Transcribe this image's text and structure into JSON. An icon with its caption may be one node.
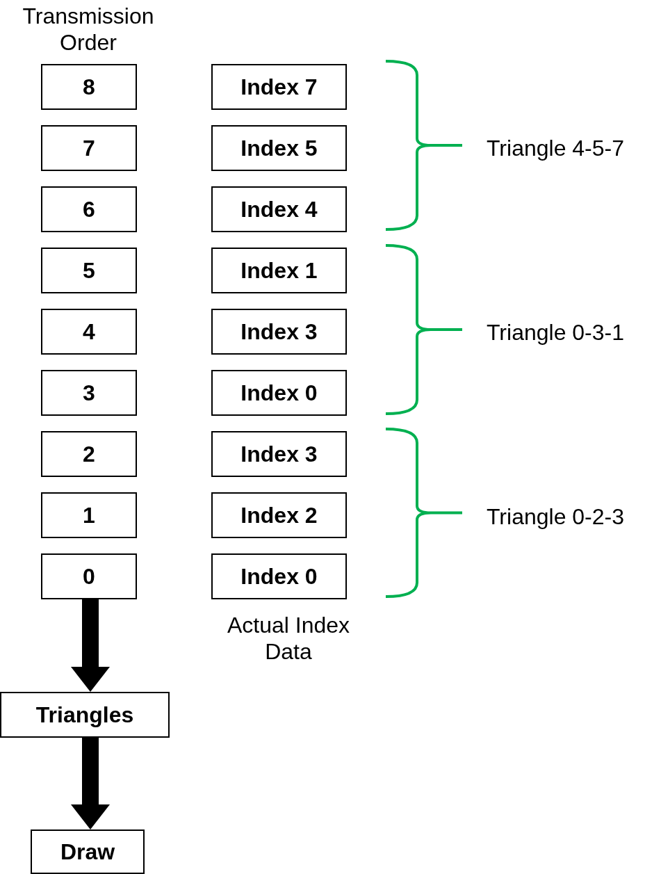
{
  "diagram": {
    "nodes": [
      {
        "text": [
          "8"
        ]
      },
      {
        "text": [
          "7"
        ]
      },
      {
        "text": [
          "6"
        ]
      },
      {
        "text": [
          "5"
        ]
      },
      {
        "text": [
          "4"
        ]
      },
      {
        "text": [
          "3"
        ]
      },
      {
        "text": [
          "2"
        ]
      },
      {
        "text": [
          "1"
        ]
      },
      {
        "text": [
          "0"
        ]
      },
      {
        "text": [
          "Index 7"
        ]
      },
      {
        "text": [
          "Index 5"
        ]
      },
      {
        "text": [
          "Index 4"
        ]
      },
      {
        "text": [
          "Index 1"
        ]
      },
      {
        "text": [
          "Index 3"
        ]
      },
      {
        "text": [
          "Index 0"
        ]
      },
      {
        "text": [
          "Index 3"
        ]
      },
      {
        "text": [
          "Index 2"
        ]
      },
      {
        "text": [
          "Index 0"
        ]
      },
      {
        "text": [
          "Triangles"
        ]
      },
      {
        "text": [
          "Draw"
        ]
      }
    ],
    "edges": [
      {
        "from": 8,
        "to": 18,
        "arrow": "to"
      },
      {
        "from": 18,
        "to": 19,
        "arrow": "to"
      }
    ],
    "labels": [
      "Transmission Order",
      "Triangle 4-5-7",
      "Triangle 0-3-1",
      "Triangle 0-2-3",
      "Actual Index Data"
    ]
  }
}
